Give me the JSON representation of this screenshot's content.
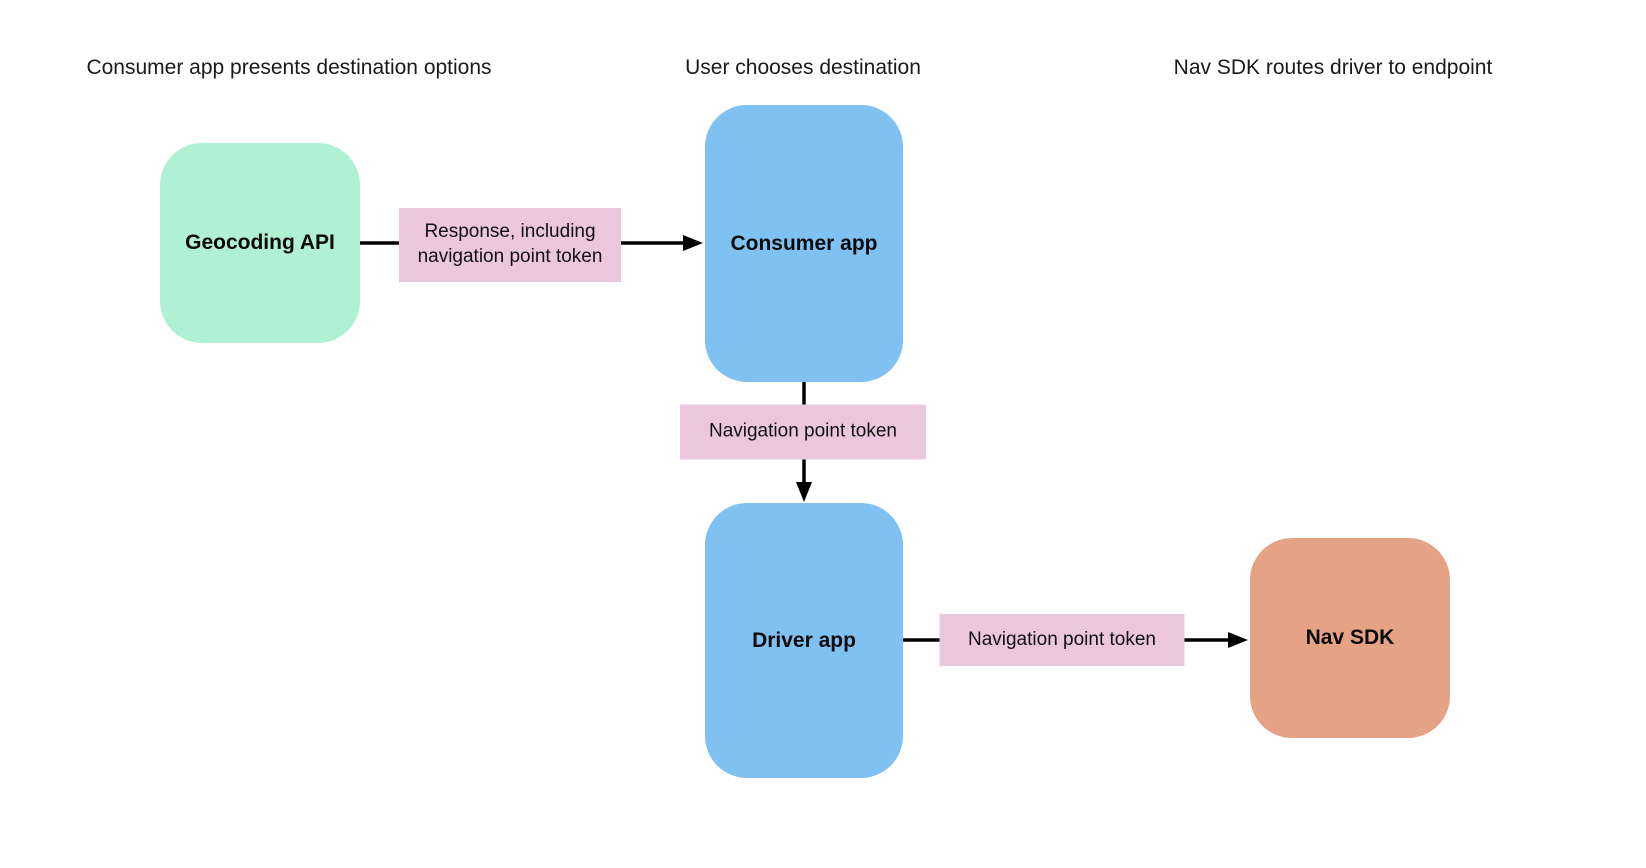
{
  "diagram": {
    "headers": [
      "Consumer app presents destination options",
      "User chooses destination",
      "Nav SDK routes driver to endpoint"
    ],
    "nodes": {
      "geocoding_api": {
        "label": "Geocoding API",
        "color": "#b0f0d3"
      },
      "consumer_app": {
        "label": "Consumer app",
        "color": "#7fc1f0"
      },
      "driver_app": {
        "label": "Driver app",
        "color": "#7fc1f0"
      },
      "nav_sdk": {
        "label": "Nav SDK",
        "color": "#e5a285"
      }
    },
    "edges": [
      {
        "from": "Geocoding API",
        "to": "Consumer app",
        "label": "Response, including navigation point token"
      },
      {
        "from": "Consumer app",
        "to": "Driver app",
        "label": "Navigation point token"
      },
      {
        "from": "Driver app",
        "to": "Nav SDK",
        "label": "Navigation point token"
      }
    ],
    "colors": {
      "background": "#ffffff",
      "edge_label_bg": "#ebc7de",
      "arrow": "#000000",
      "text": "#111111"
    }
  }
}
